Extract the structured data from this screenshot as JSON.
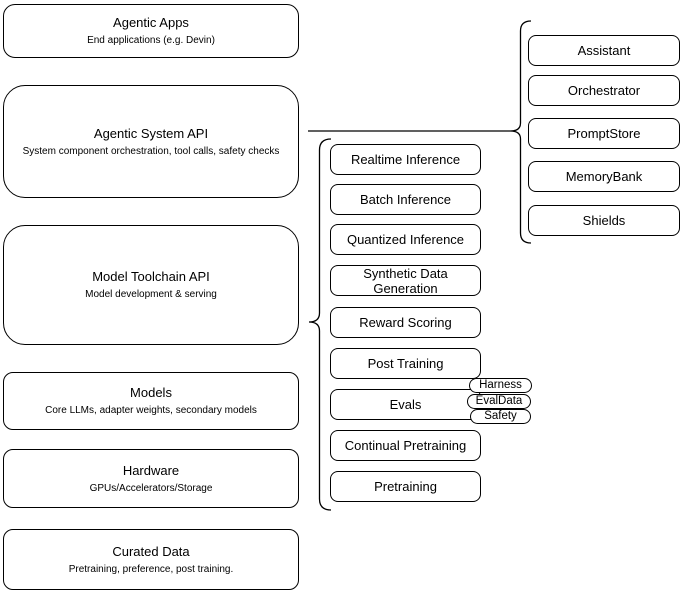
{
  "diagram": {
    "left_stack": [
      {
        "title": "Agentic Apps",
        "subtitle": "End applications (e.g. Devin)"
      },
      {
        "title": "Agentic System API",
        "subtitle": "System component orchestration, tool calls, safety checks"
      },
      {
        "title": "Model Toolchain API",
        "subtitle": "Model development & serving"
      },
      {
        "title": "Models",
        "subtitle": "Core LLMs, adapter weights, secondary models"
      },
      {
        "title": "Hardware",
        "subtitle": "GPUs/Accelerators/Storage"
      },
      {
        "title": "Curated Data",
        "subtitle": "Pretraining, preference, post training."
      }
    ],
    "toolchain_items": [
      "Realtime Inference",
      "Batch Inference",
      "Quantized Inference",
      "Synthetic Data Generation",
      "Reward Scoring",
      "Post Training",
      "Evals",
      "Continual Pretraining",
      "Pretraining"
    ],
    "evals_tags": [
      "Harness",
      "EvalData",
      "Safety"
    ],
    "system_components": [
      "Assistant",
      "Orchestrator",
      "PromptStore",
      "MemoryBank",
      "Shields"
    ],
    "colors": {
      "stroke": "#000000",
      "fill": "#ffffff",
      "text": "#000000"
    }
  }
}
